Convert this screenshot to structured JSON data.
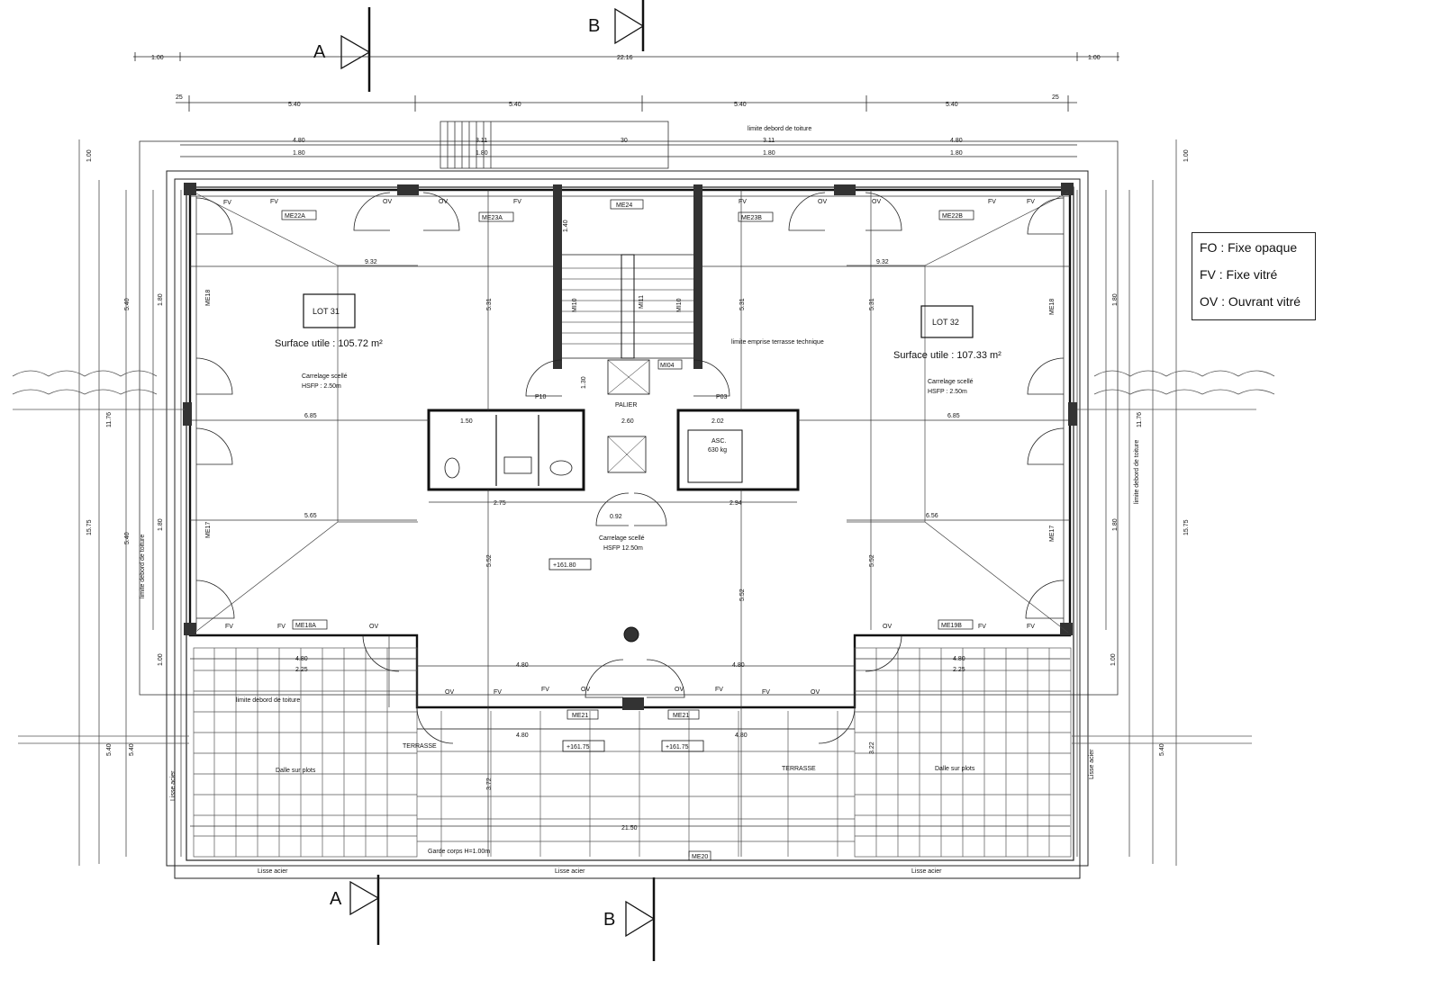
{
  "legend": [
    {
      "code": "FO",
      "text": "FO : Fixe opaque"
    },
    {
      "code": "FV",
      "text": "FV : Fixe vitré"
    },
    {
      "code": "OV",
      "text": "OV : Ouvrant vitré"
    }
  ],
  "section_marks": {
    "a": "A",
    "b": "B"
  },
  "top_dims": {
    "left": "1.00",
    "mid": "22.16",
    "right": "1.00"
  },
  "second_dims": [
    "25",
    "5.40",
    "5.40",
    "5.40",
    "5.40",
    "25"
  ],
  "third_dims": {
    "a": "4.80",
    "b": "1.80",
    "c": "3.11",
    "d": "1.80",
    "e": "30",
    "f": "3.11",
    "g": "1.80",
    "h": "4.80",
    "i": "1.80"
  },
  "roof_edge": "limite debord de toiture",
  "roof_edge_left": "limite debord de toiture",
  "roof_edge_right": "limite debord de toiture",
  "roof_edge_terrace": "limite debord de toiture",
  "roof_terrace_limit": "limite emprise terrasse technique",
  "lot31": {
    "name": "LOT 31",
    "surface": "Surface utile : 105.72 m²",
    "floor": "Carrelage scellé",
    "hsfp": "HSFP : 2.50m"
  },
  "lot32": {
    "name": "LOT 32",
    "surface": "Surface utile : 107.33 m²",
    "floor": "Carrelage scellé",
    "hsfp": "HSFP : 2.50m"
  },
  "center": {
    "floor": "Carrelage scellé",
    "hsfp": "HSFP 12.50m",
    "level": "+161.80",
    "palier": "PALIER",
    "asc": "ASC.",
    "asc_load": "630 kg"
  },
  "terrace": {
    "label_left": "TERRASSE",
    "label_right": "TERRASSE",
    "dalle_left": "Dalle sur plots",
    "dalle_right": "Dalle sur plots",
    "level_left": "+161.75",
    "level_right": "+161.75",
    "garde_corps": "Garde corps H=1.00m",
    "lisse": "Lisse acier"
  },
  "codes": {
    "me22a": "ME22A",
    "me23a": "ME23A",
    "me24": "ME24",
    "me23b": "ME23B",
    "me22b": "ME22B",
    "me18": "ME18",
    "me17": "ME17",
    "me18a": "ME18A",
    "me19b": "ME19B",
    "me21": "ME21",
    "me20": "ME20",
    "m10": "MI10",
    "m11": "MI11",
    "m04": "MI04",
    "p10": "P10",
    "p03": "P03"
  },
  "window_types": {
    "fv": "FV",
    "ov": "OV"
  },
  "dims": {
    "d932": "9.32",
    "d685": "6.85",
    "d565": "5.65",
    "d656": "6.56",
    "d531": "5.31",
    "d552": "5.52",
    "d275": "2.75",
    "d294": "2.94",
    "d260": "2.60",
    "d150": "1.50",
    "d202": "2.02",
    "d480": "4.80",
    "d225": "2.25",
    "d372": "3.72",
    "d322": "3.22",
    "d2150": "21.50",
    "d1176": "11.76",
    "d1575": "15.75",
    "d540": "5.40",
    "d100": "1.00",
    "d180": "1.80",
    "d140": "1.40",
    "d130": "1.30",
    "d092": "0.92"
  }
}
